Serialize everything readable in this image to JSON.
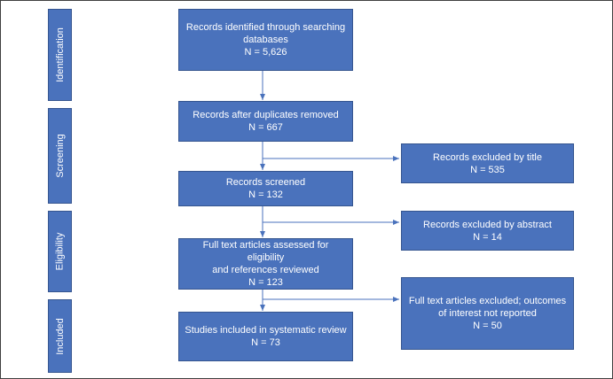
{
  "stages": [
    {
      "key": "identification",
      "label": "Identification"
    },
    {
      "key": "screening",
      "label": "Screening"
    },
    {
      "key": "eligibility",
      "label": "Eligibility"
    },
    {
      "key": "included",
      "label": "Included"
    }
  ],
  "main_boxes": [
    {
      "key": "identified",
      "lines": [
        "Records identified through searching",
        "databases",
        "N = 5,626"
      ]
    },
    {
      "key": "after_duplicates",
      "lines": [
        "Records after duplicates removed",
        "N = 667"
      ]
    },
    {
      "key": "screened",
      "lines": [
        "Records screened",
        "N = 132"
      ]
    },
    {
      "key": "fulltext",
      "lines": [
        "Full text articles assessed for eligibility",
        "and references reviewed",
        "N = 123"
      ]
    },
    {
      "key": "included",
      "lines": [
        "Studies included in systematic review",
        "N = 73"
      ]
    }
  ],
  "excluded_boxes": [
    {
      "key": "by_title",
      "lines": [
        "Records excluded by title",
        "N = 535"
      ]
    },
    {
      "key": "by_abstract",
      "lines": [
        "Records excluded by abstract",
        "N = 14"
      ]
    },
    {
      "key": "outcomes",
      "lines": [
        "Full text articles excluded; outcomes",
        "of interest not reported",
        "N = 50"
      ]
    }
  ],
  "colors": {
    "box_fill": "#4a72bc",
    "box_border": "#35558f",
    "arrow": "#4a72bc",
    "text": "#ffffff"
  }
}
